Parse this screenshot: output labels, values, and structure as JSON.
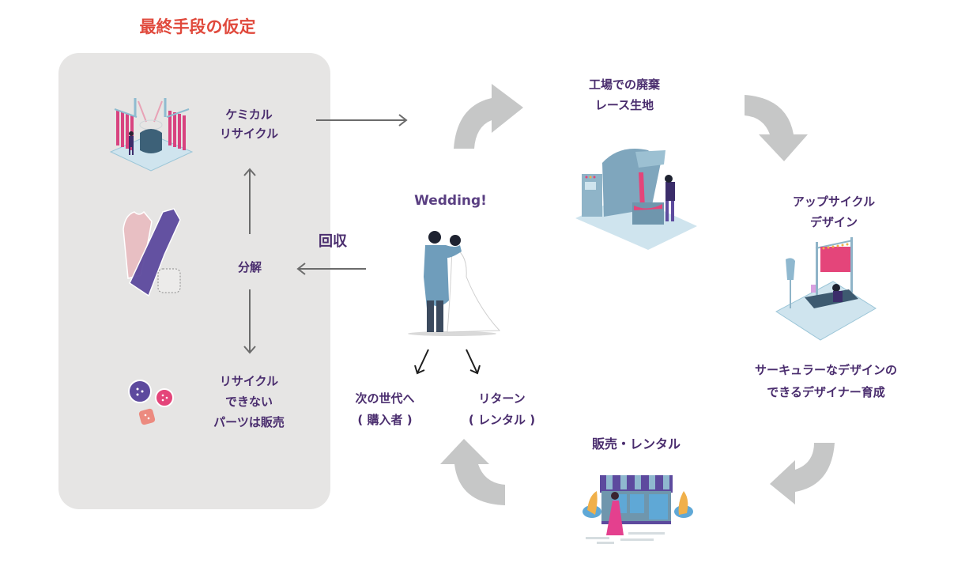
{
  "title": "最終手段の仮定",
  "panel": {
    "chemical_recycle": "ケミカル\nリサイクル",
    "disassembly": "分解",
    "unrecyclable_parts": "リサイクル\nできない\nパーツは販売"
  },
  "flow": {
    "collection": "回収",
    "wedding": "Wedding!",
    "next_generation": "次の世代へ\n( 購入者 )",
    "return_rental": "リターン\n( レンタル )",
    "factory_waste": "工場での廃棄\nレース生地",
    "upcycle_design": "アップサイクル\nデザイン",
    "designer_training": "サーキュラーなデザインの\nできるデザイナー育成",
    "sales_rental": "販売・レンタル"
  },
  "colors": {
    "title": "#e0493c",
    "label": "#4a2d6e",
    "panel_bg": "#e6e5e4",
    "cycle_arrow": "#c6c7c7",
    "line_arrow": "#6b6b6b"
  }
}
